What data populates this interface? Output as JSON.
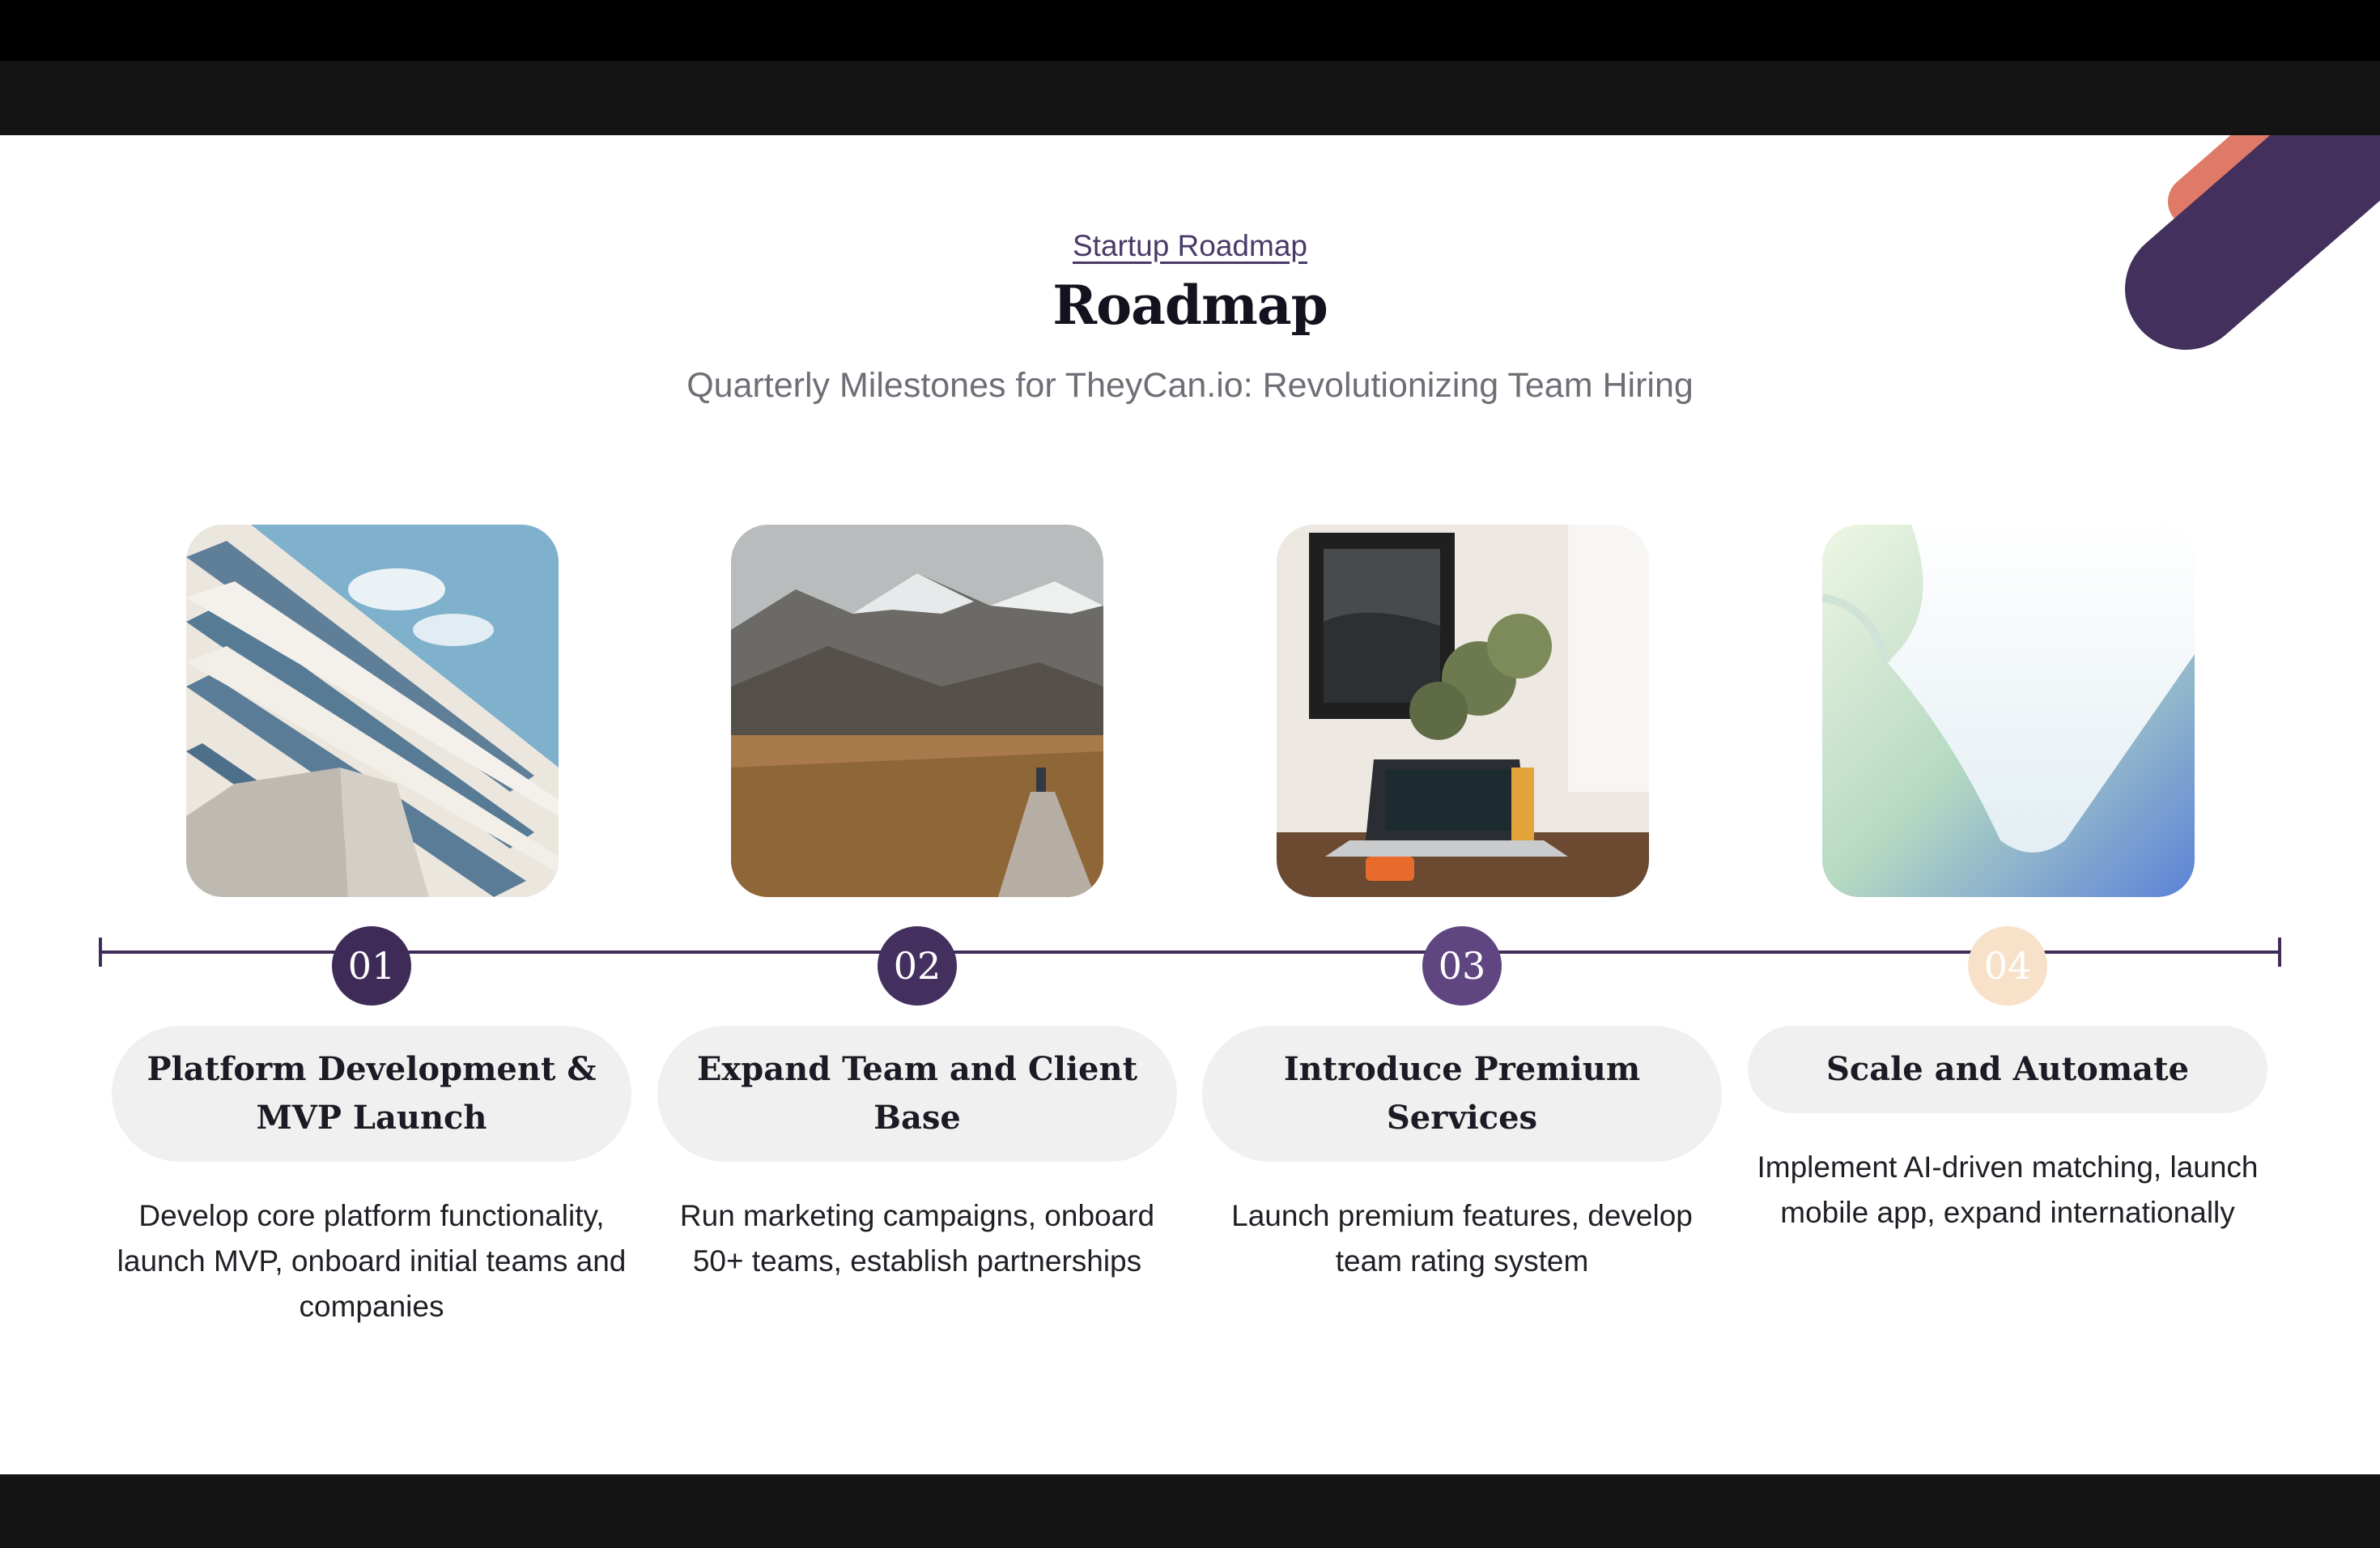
{
  "header": {
    "eyebrow": "Startup Roadmap",
    "title": "Roadmap",
    "subtitle": "Quarterly Milestones for TheyCan.io: Revolutionizing Team Hiring"
  },
  "colors": {
    "primary": "#3f2b58",
    "secondary": "#5f4680",
    "accent_coral": "#e07a68",
    "future_badge": "#f7e1c9",
    "pill_bg": "#f0f0f0"
  },
  "milestones": [
    {
      "number": "01",
      "title": "Platform Development & MVP Launch",
      "description": "Develop core platform functionality, launch MVP, onboard initial teams and companies",
      "image": "modern-building-photo"
    },
    {
      "number": "02",
      "title": "Expand Team and Client Base",
      "description": "Run marketing campaigns, onboard 50+ teams, establish partnerships",
      "image": "mountain-trail-photo"
    },
    {
      "number": "03",
      "title": "Introduce Premium Services",
      "description": "Launch premium features, develop team rating system",
      "image": "laptop-desk-photo"
    },
    {
      "number": "04",
      "title": "Scale and Automate",
      "description": "Implement AI-driven matching, launch mobile app, expand internationally",
      "image": "abstract-gradient-photo"
    }
  ]
}
